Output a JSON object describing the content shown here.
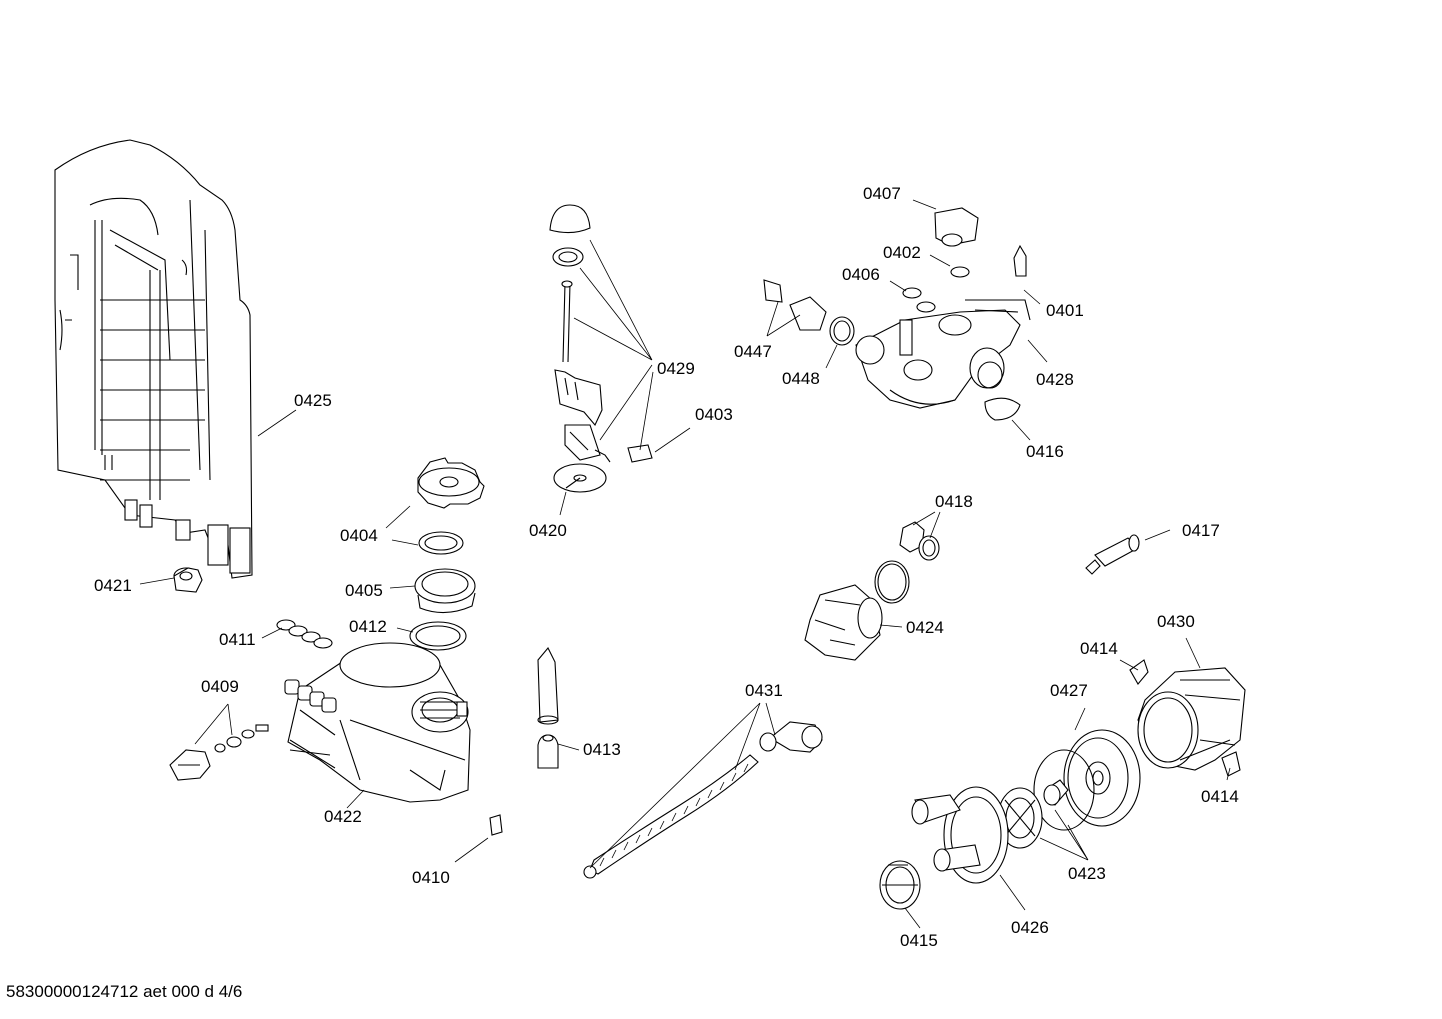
{
  "labels": {
    "p0407": "0407",
    "p0402": "0402",
    "p0406": "0406",
    "p0401": "0401",
    "p0447": "0447",
    "p0448": "0448",
    "p0428": "0428",
    "p0416": "0416",
    "p0429": "0429",
    "p0403": "0403",
    "p0420": "0420",
    "p0425": "0425",
    "p0404": "0404",
    "p0405": "0405",
    "p0421": "0421",
    "p0411": "0411",
    "p0412": "0412",
    "p0409": "0409",
    "p0422": "0422",
    "p0410": "0410",
    "p0413": "0413",
    "p0431": "0431",
    "p0418": "0418",
    "p0417": "0417",
    "p0424": "0424",
    "p0414a": "0414",
    "p0430": "0430",
    "p0427": "0427",
    "p0414b": "0414",
    "p0423": "0423",
    "p0415": "0415",
    "p0426": "0426"
  },
  "footer": "58300000124712 aet 000 d 4/6"
}
